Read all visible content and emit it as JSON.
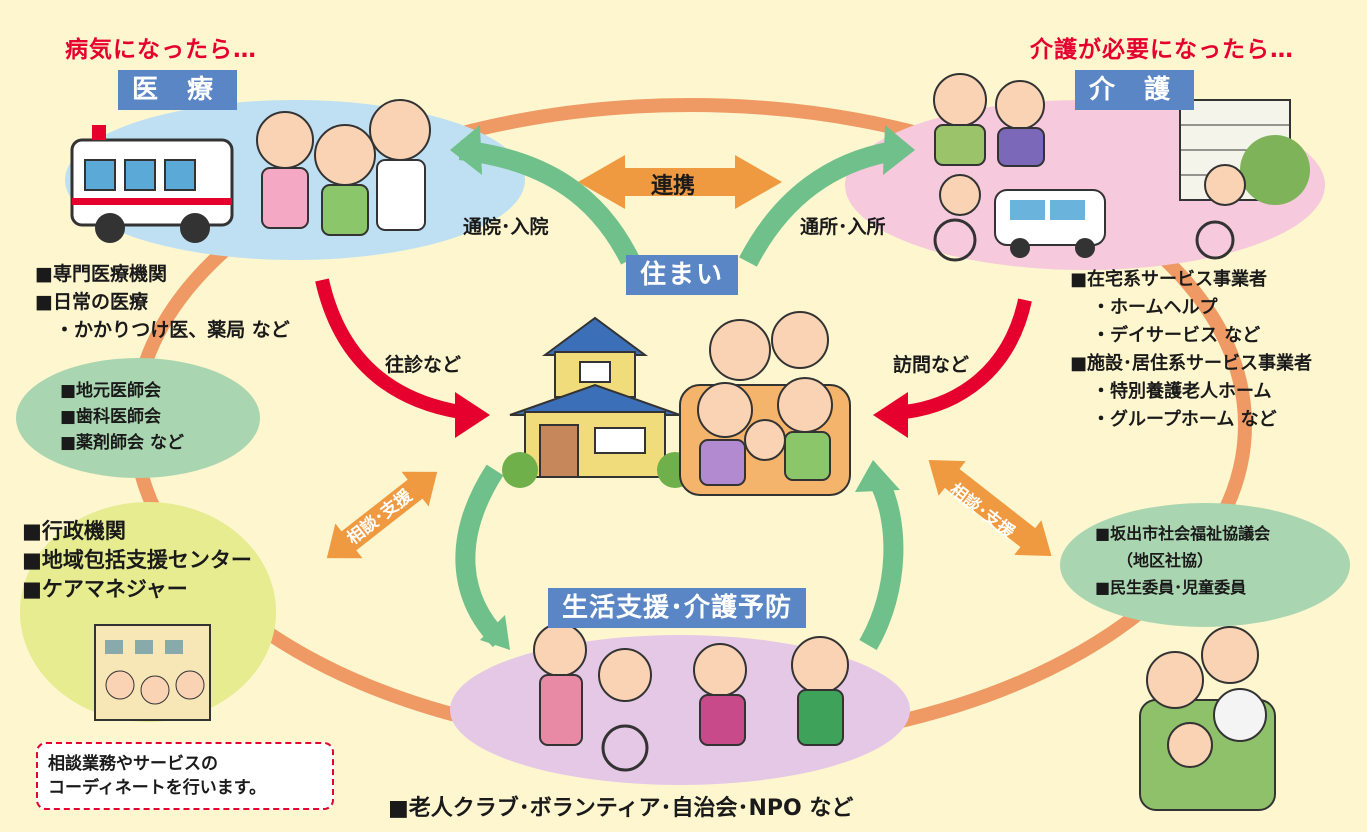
{
  "titles": {
    "left": "病気になったら…",
    "right": "介護が必要になったら…"
  },
  "categories": {
    "medical": "医 療",
    "care": "介 護",
    "home": "住まい",
    "support": "生活支援･介護予防"
  },
  "arrows": {
    "center": "連携",
    "left_top": "通院･入院",
    "right_top": "通所･入所",
    "left_mid": "往診など",
    "right_mid": "訪問など",
    "left_low": "相談･支援",
    "right_low": "相談･支援"
  },
  "medical_list": [
    "■専門医療機関",
    "■日常の医療",
    "・かかりつけ医、薬局 など"
  ],
  "medical_assoc": [
    "■地元医師会",
    "■歯科医師会",
    "■薬剤師会 など"
  ],
  "care_list": [
    "■在宅系サービス事業者",
    "・ホームヘルプ",
    "・デイサービス など",
    "■施設･居住系サービス事業者",
    "・特別養護老人ホーム",
    "・グループホーム など"
  ],
  "admin_list": [
    "■行政機関",
    "■地域包括支援センター",
    "■ケアマネジャー"
  ],
  "welfare_list": [
    "■坂出市社会福祉協議会",
    "（地区社協）",
    "■民生委員･児童委員"
  ],
  "note": [
    "相談業務やサービスの",
    "コーディネートを行います。"
  ],
  "bottom": "■老人クラブ･ボランティア･自治会･NPO など"
}
